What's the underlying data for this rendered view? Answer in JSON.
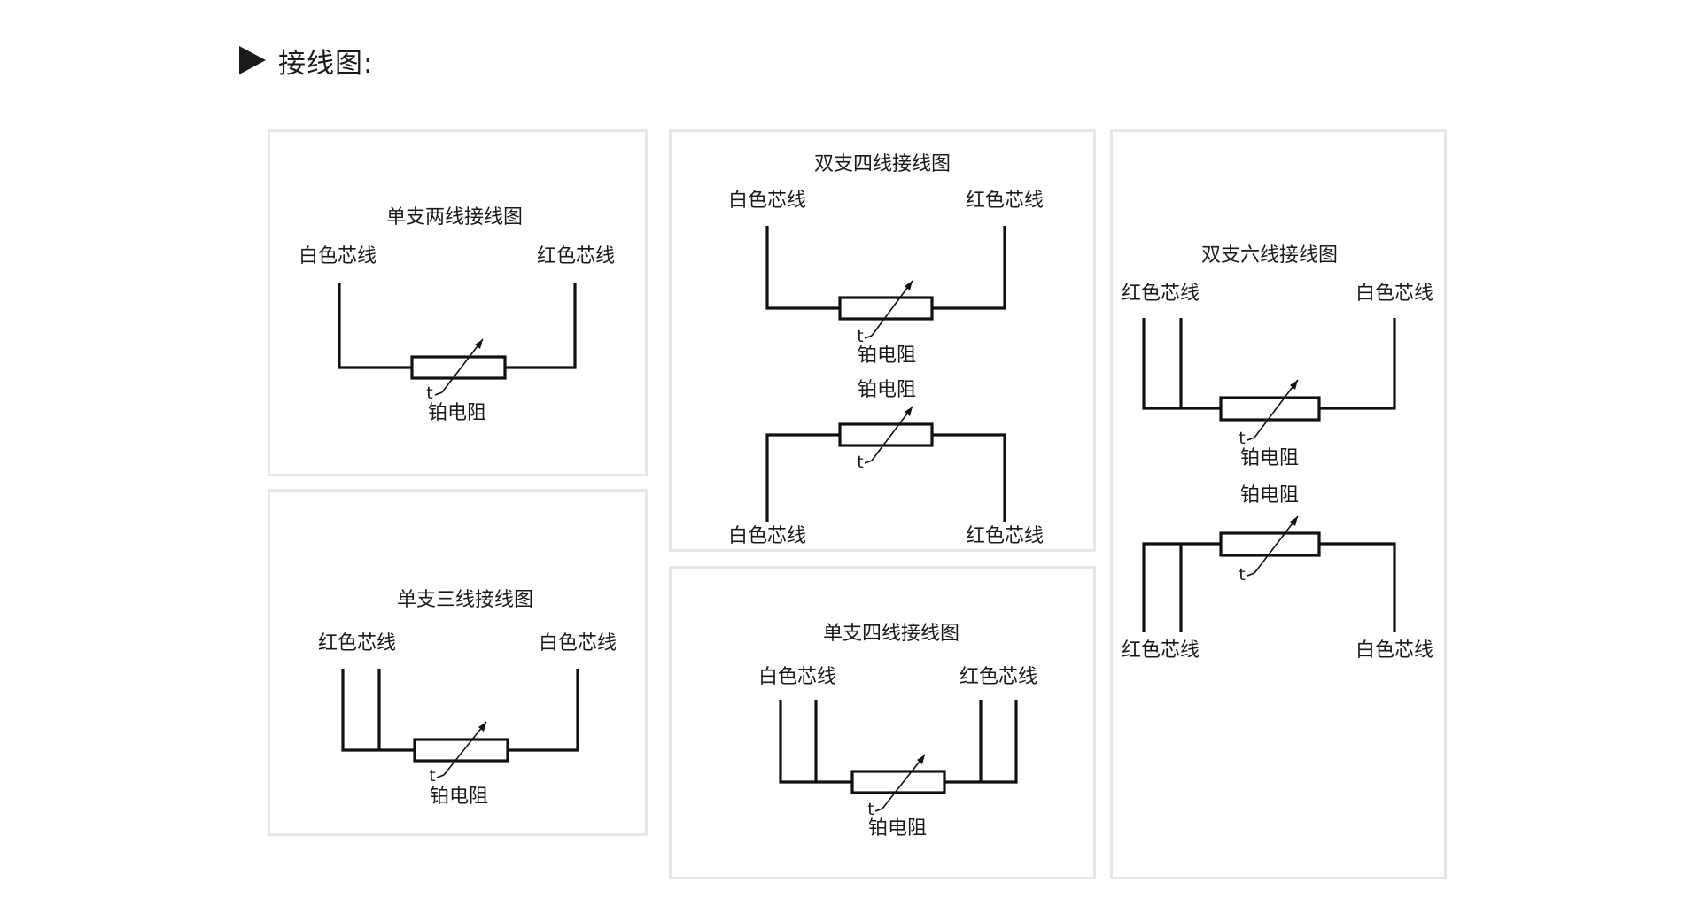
{
  "header": {
    "title": "接线图:",
    "icon": "triangle-play-icon"
  },
  "panels": {
    "single_two": {
      "title": "单支两线接线图",
      "left_label": "白色芯线",
      "right_label": "红色芯线",
      "temp": "t",
      "resistor": "铂电阻"
    },
    "single_three": {
      "title": "单支三线接线图",
      "left_label": "红色芯线",
      "right_label": "白色芯线",
      "temp": "t",
      "resistor": "铂电阻"
    },
    "double_four": {
      "title": "双支四线接线图",
      "top": {
        "left_label": "白色芯线",
        "right_label": "红色芯线",
        "temp": "t",
        "resistor": "铂电阻"
      },
      "bottom": {
        "left_label": "白色芯线",
        "right_label": "红色芯线",
        "temp": "t",
        "resistor": "铂电阻"
      }
    },
    "single_four": {
      "title": "单支四线接线图",
      "left_label": "白色芯线",
      "right_label": "红色芯线",
      "temp": "t",
      "resistor": "铂电阻"
    },
    "double_six": {
      "title": "双支六线接线图",
      "top": {
        "left_label": "红色芯线",
        "right_label": "白色芯线",
        "temp": "t",
        "resistor": "铂电阻"
      },
      "bottom": {
        "left_label": "红色芯线",
        "right_label": "白色芯线",
        "temp": "t",
        "resistor": "铂电阻"
      }
    }
  }
}
